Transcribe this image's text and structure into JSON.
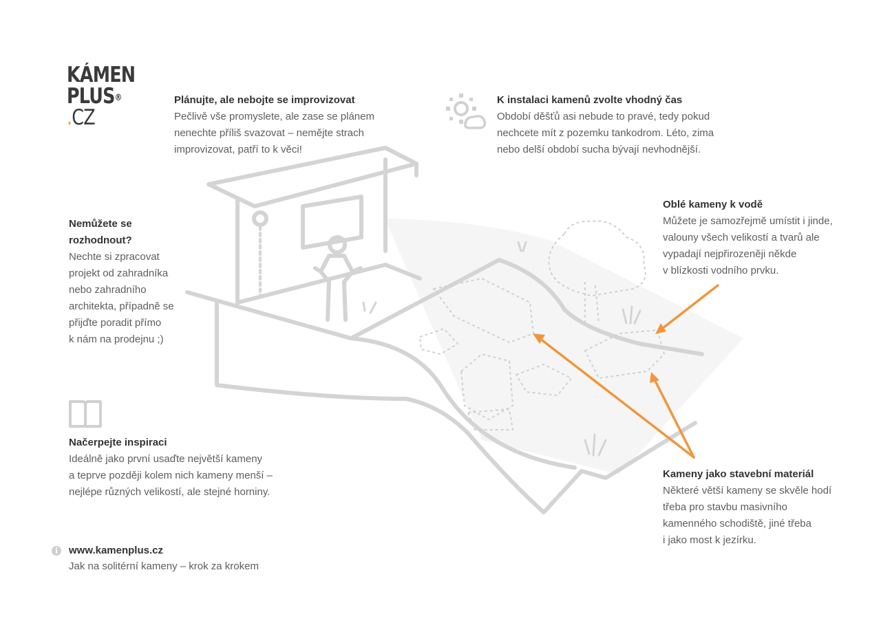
{
  "logo": {
    "line1": "KÁMEN",
    "line2": "PLUS",
    "reg": "®",
    "dot": ".",
    "line3": "CZ"
  },
  "colors": {
    "accent": "#f0963c",
    "illustration": "#d4d4d4",
    "text": "#5e5e5e",
    "heading": "#333333"
  },
  "blocks": {
    "plan": {
      "title": "Plánujte, ale nebojte se improvizovat",
      "body": "Pečlivě vše promyslete, ale zase se plánem\nnenechte příliš svazovat – nemějte strach\nimprovizovat, patří to k věci!"
    },
    "time": {
      "icon": "sun-cloud-icon",
      "title": "K instalaci kamenů zvolte vhodný čas",
      "body": "Období děšťů asi nebude to pravé, tedy pokud\nnechcete mít z pozemku tankodrom. Léto, zima\nnebo delší období sucha bývají nevhodnější."
    },
    "water": {
      "title": "Oblé kameny k vodě",
      "body": "Můžete je samozřejmě umístit i jinde,\nvalouny všech velikostí a tvarů ale\nvypadají nejpřirozeněji někde\nv blízkosti vodního prvku."
    },
    "decide": {
      "title": "Nemůžete se\nrozhodnout?",
      "body": "Nechte si zpracovat\nprojekt od zahradníka\nnebo zahradního\narchitekta, případně se\npřijďte poradit přímo\nk nám na prodejnu ;)"
    },
    "inspire": {
      "icon": "book-icon",
      "title": "Načerpejte inspiraci",
      "body": "Ideálně jako první usaďte největší kameny\na teprve později kolem nich kameny menší –\nnejlépe různých velikostí, ale stejné horniny."
    },
    "building": {
      "title": "Kameny jako stavební materiál",
      "body": "Některé větší kameny se skvěle hodí\ntřeba pro stavbu masivního\nkamenného schodiště, jiné třeba\ni jako most k jezírku."
    }
  },
  "footer": {
    "icon": "info-icon",
    "url": "www.kamenplus.cz",
    "subtitle": "Jak na solitérní kameny – krok za krokem"
  }
}
